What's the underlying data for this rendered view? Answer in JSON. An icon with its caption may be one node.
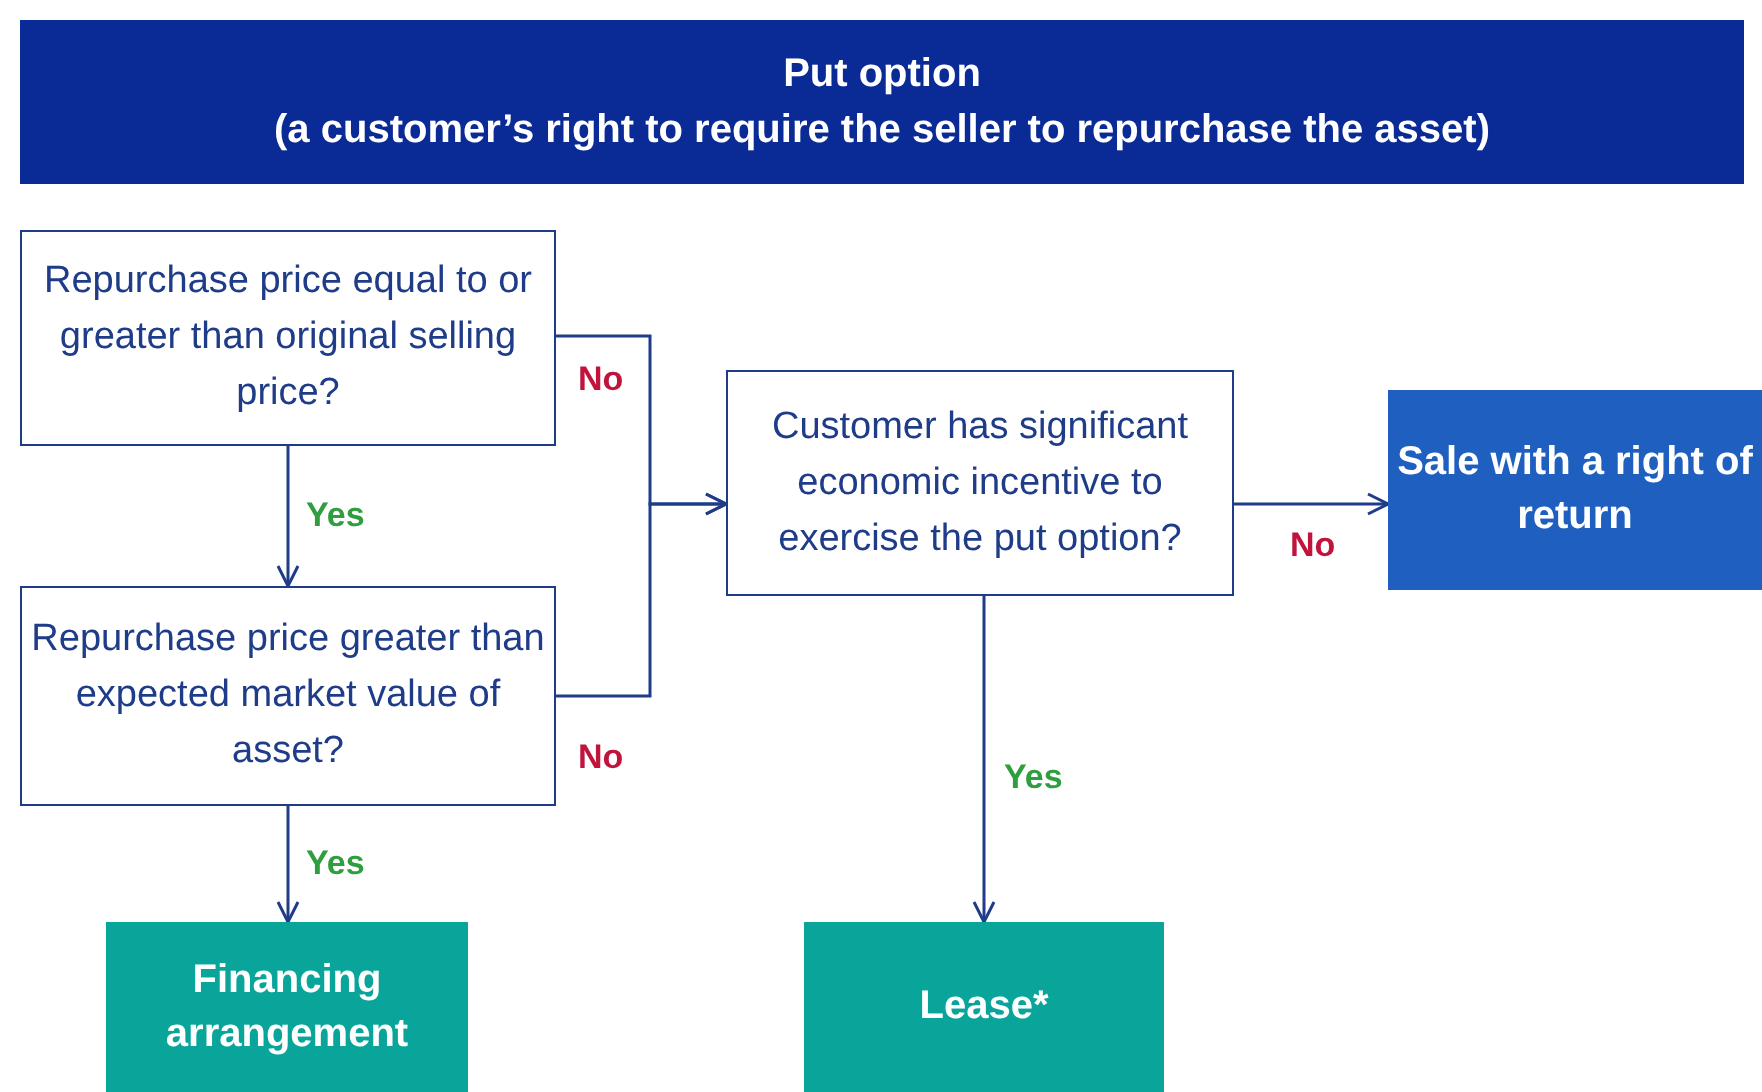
{
  "diagram": {
    "nodes": [
      {
        "text": [
          "Put option",
          "(a customer’s right to require the seller to repurchase the asset)"
        ]
      },
      {
        "text": [
          "Repurchase price equal to or greater than original selling price?"
        ]
      },
      {
        "text": [
          "Repurchase price greater than expected market value of asset?"
        ]
      },
      {
        "text": [
          "Customer has significant economic incentive to exercise the put option?"
        ]
      },
      {
        "text": [
          "Sale with a right of return"
        ]
      },
      {
        "text": [
          "Financing arrangement"
        ]
      },
      {
        "text": [
          "Lease*"
        ]
      }
    ],
    "edges": [
      {
        "from": 1,
        "to": 2,
        "arrow": "to",
        "label": "Yes"
      },
      {
        "from": 1,
        "to": 3,
        "arrow": "to",
        "label": "No"
      },
      {
        "from": 2,
        "to": 3,
        "arrow": "to",
        "label": "No"
      },
      {
        "from": 3,
        "to": 4,
        "arrow": "to",
        "label": "No"
      },
      {
        "from": 3,
        "to": 6,
        "arrow": "to",
        "label": "Yes"
      },
      {
        "from": 2,
        "to": 5,
        "arrow": "to",
        "label": "Yes"
      }
    ]
  }
}
